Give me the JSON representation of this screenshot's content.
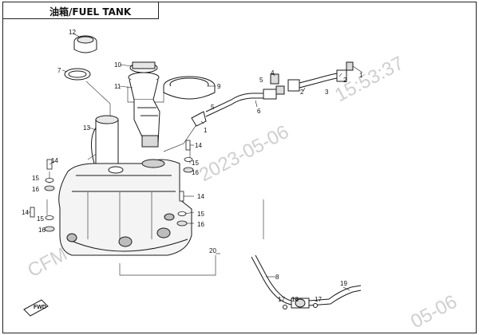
{
  "title": "油箱/FUEL TANK",
  "watermark": {
    "time": "15:53:37",
    "date": "2023-05-06",
    "cf": "CFM",
    "cf2": "CF",
    "date_fragment": "05-06"
  },
  "fwd_label": "FWD",
  "callouts": [
    "1",
    "2",
    "3",
    "4",
    "5",
    "6",
    "7",
    "8",
    "9",
    "10",
    "11",
    "12",
    "13",
    "14",
    "15",
    "16",
    "17",
    "18",
    "19",
    "20"
  ],
  "colors": {
    "line": "#1a1a1a",
    "watermark": "#cfcfcf",
    "shade": "#bdbdbd"
  }
}
